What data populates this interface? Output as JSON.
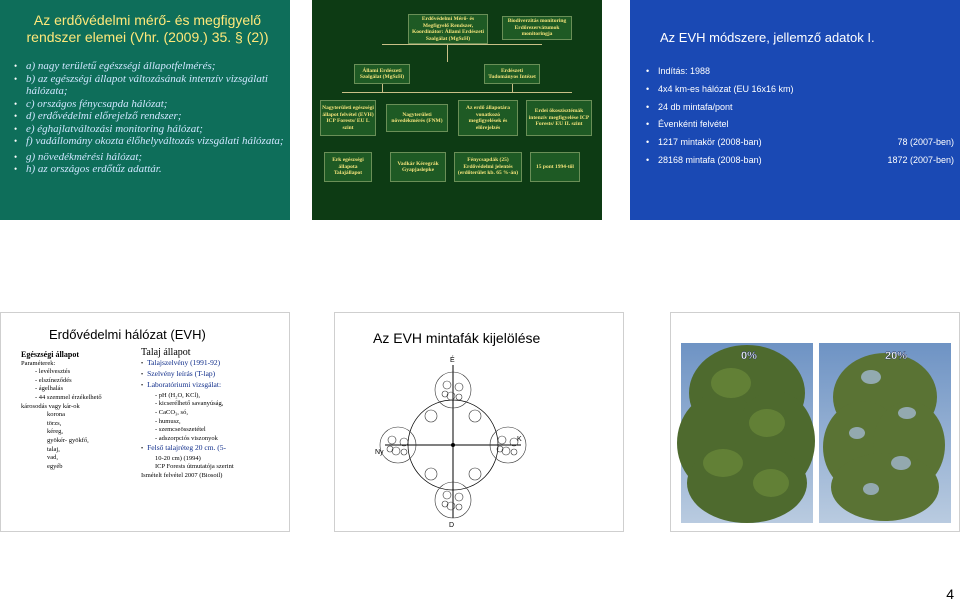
{
  "slide1": {
    "title": "Az erdővédelmi mérő- és megfigyelő rendszer elemei (Vhr. (2009.) 35. § (2))",
    "items": [
      "a) nagy területű egészségi állapotfelmérés;",
      "b) az egészségi állapot változásának intenzív vizsgálati hálózata;",
      "c) országos fénycsapda hálózat;",
      "d) erdővédelmi előrejelző rendszer;",
      "e) éghajlatváltozási monitoring hálózat;",
      "f) vadállomány okozta élőhelyváltozás vizsgálati hálózata;",
      "g) növedékmérési hálózat;",
      "h) az országos erdőtűz adattár."
    ]
  },
  "slide2": {
    "boxes": {
      "top_center": "Erdővédelmi Mérő- és Megfigyelő Rendszer, Koordinátor: Állami Erdészeti Szolgálat (MgSzH)",
      "top_right": "Biodiverzitás monitoring Erdőrezervátumok monitoringja",
      "mid_left": "Állami Erdészeti Szolgálat (MgSzH)",
      "mid_right": "Erdészeti Tudományos Intézet",
      "r2_1": "Nagyterületi egészségi állapot felvétel (EVH) ICP Forests/ EU L szint",
      "r2_2": "Nagyterületi növedékmérés (FNM)",
      "r2_3": "Az erdő állapotára vonatkozó megfigyelések és előrejelzés",
      "r2_4": "Erdei ökoszisztémák intenzív megfigyelése ICP Forests/ EU II. szint",
      "r3_1": "Erk egészségi állapota Talajállapot",
      "r3_2": "Vadkár Kéregrák Gyapjaslepke",
      "r3_3": "Fénycsapdák (25) Erdővédelmi jelentés (erdőterület kb. 65 %-án)",
      "r3_4": "15 pont 1994-től"
    }
  },
  "slide3": {
    "title": "Az EVH módszere, jellemző adatok I.",
    "rows": [
      {
        "a": "Indítás: 1988",
        "b": ""
      },
      {
        "a": "4x4 km-es hálózat (EU 16x16 km)",
        "b": ""
      },
      {
        "a": "24 db mintafa/pont",
        "b": ""
      },
      {
        "a": "Évenkénti felvétel",
        "b": ""
      },
      {
        "a": "1217 mintakör (2008-ban)",
        "b": "78 (2007-ben)"
      },
      {
        "a": "28168 mintafa (2008-ban)",
        "b": "1872 (2007-ben)"
      }
    ]
  },
  "slide4": {
    "title": "Erdővédelmi hálózat (EVH)",
    "left_heading": "Egészségi állapot",
    "left_lines": [
      "Paraméterek:",
      "- levélvesztés",
      "- elszíneződés",
      "- ágelhalás",
      "- 44 szemmel érzékelhető",
      "károsodás vagy kár-ok",
      "korona",
      "törzs,",
      "kéreg,",
      "gyökér- gyökfő,",
      "talaj,",
      "vad,",
      "egyéb"
    ],
    "right_heading": "Talaj állapot",
    "right_lines": [
      "Talajszelvény (1991-92)",
      "Szelvény leírás (T-lap)",
      "Laboratóriumi vizsgálat:",
      "- pH (H₂O, KCl),",
      "- kicserélhető savanyúság,",
      "- CaCO₃, só,",
      "- humusz,",
      "- szemcseösszetétel",
      "- adszorpciós viszonyok",
      "Felső talajréteg 20 cm. (5-",
      "10-20 cm) (1994)",
      "ICP Forests útmutatója szerint",
      "Ismételt felvétel 2007 (Biosoil)"
    ]
  },
  "slide5": {
    "title": "Az EVH mintafák kijelölése",
    "labels": {
      "north": "É",
      "east": "K",
      "south": "D",
      "west": "Ny"
    }
  },
  "slide6": {
    "label_left": "0%",
    "label_right": "20%"
  },
  "page_number": "4"
}
